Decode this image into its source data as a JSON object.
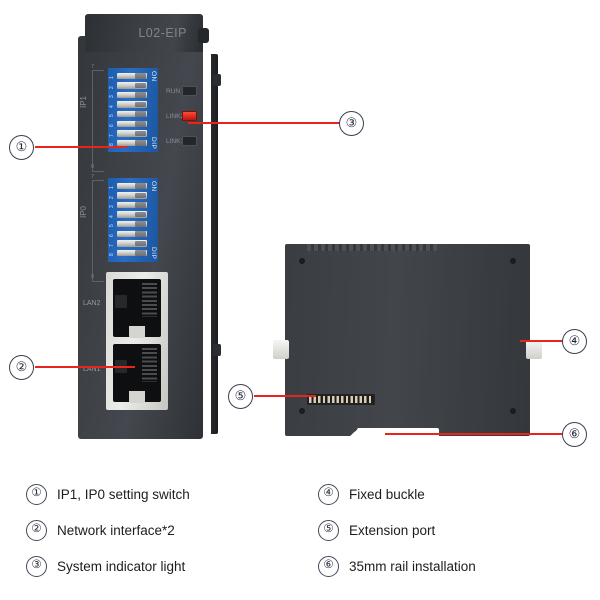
{
  "figure": {
    "title_visible": false,
    "front_view": {
      "model_label": "L02-EIP",
      "dip_blocks": [
        {
          "group_label": "IP1",
          "on_label": "ON",
          "dip_label": "DIP",
          "bracket_top_num": "7",
          "bracket_bottom_num": "0",
          "switch_numbers": [
            "1",
            "2",
            "3",
            "4",
            "5",
            "6",
            "7",
            "8"
          ]
        },
        {
          "group_label": "IP0",
          "on_label": "ON",
          "dip_label": "DIP",
          "bracket_top_num": "7",
          "bracket_bottom_num": "0",
          "switch_numbers": [
            "1",
            "2",
            "3",
            "4",
            "5",
            "6",
            "7",
            "8"
          ]
        }
      ],
      "indicators": [
        {
          "label": "RUN",
          "state": "off"
        },
        {
          "label": "LINK2",
          "state": "on"
        },
        {
          "label": "LINK1",
          "state": "off"
        }
      ],
      "ports": [
        {
          "label": "LAN2",
          "type": "rj45"
        },
        {
          "label": "LAN1",
          "type": "rj45"
        }
      ]
    },
    "rear_view": {
      "screw_holes": 4,
      "buckles": 2,
      "extension_port_pins": 14,
      "rail_notch": true
    },
    "callouts": [
      {
        "id": "1",
        "symbol": "①",
        "target": "ip1-ip0-dip-switch"
      },
      {
        "id": "2",
        "symbol": "②",
        "target": "lan1-port"
      },
      {
        "id": "3",
        "symbol": "③",
        "target": "link2-indicator"
      },
      {
        "id": "4",
        "symbol": "④",
        "target": "right-fixed-buckle"
      },
      {
        "id": "5",
        "symbol": "⑤",
        "target": "extension-port"
      },
      {
        "id": "6",
        "symbol": "⑥",
        "target": "rail-notch"
      }
    ],
    "leader_color": "#e8251c"
  },
  "legend": {
    "left_column": [
      {
        "num": "①",
        "text": "IP1, IP0 setting switch"
      },
      {
        "num": "②",
        "text": "Network interface*2"
      },
      {
        "num": "③",
        "text": "System indicator light"
      }
    ],
    "right_column": [
      {
        "num": "④",
        "text": "Fixed buckle"
      },
      {
        "num": "⑤",
        "text": "Extension port"
      },
      {
        "num": "⑥",
        "text": "35mm rail installation"
      }
    ]
  }
}
